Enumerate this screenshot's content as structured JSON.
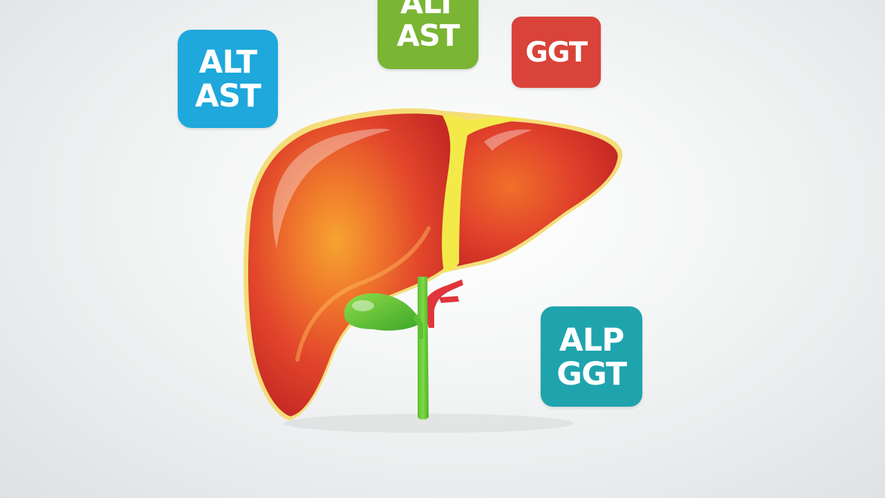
{
  "badges": {
    "liver_injury": {
      "line1": "ALT",
      "line2": "AST",
      "color": "#1ea8dc"
    },
    "liver_injury_top": {
      "line1": "ALT",
      "line2": "AST",
      "color": "#7ab534"
    },
    "ggt": {
      "label": "GGT",
      "color": "#d9433a"
    },
    "cholestasis": {
      "line1": "ALP",
      "line2": "GGT",
      "color": "#1fa4ae"
    }
  },
  "illustration": {
    "liver_color": "#d93a2b",
    "liver_highlight": "#f49a2a",
    "ligament_color": "#f3e84a",
    "gallbladder_color": "#63c330",
    "vessel_color": "#e0353a"
  }
}
